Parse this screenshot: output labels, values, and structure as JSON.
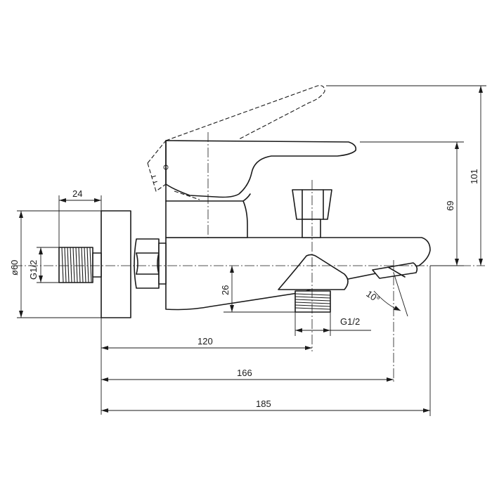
{
  "dimensions": {
    "d24": "24",
    "d60": "ø60",
    "g12_left": "G1/2",
    "d69": "69",
    "d101": "101",
    "d26": "26",
    "angle10": "10°",
    "g12_bottom": "G1/2",
    "d120": "120",
    "d166": "166",
    "d185": "185"
  },
  "colors": {
    "line": "#1a1a1a",
    "background": "#ffffff"
  }
}
